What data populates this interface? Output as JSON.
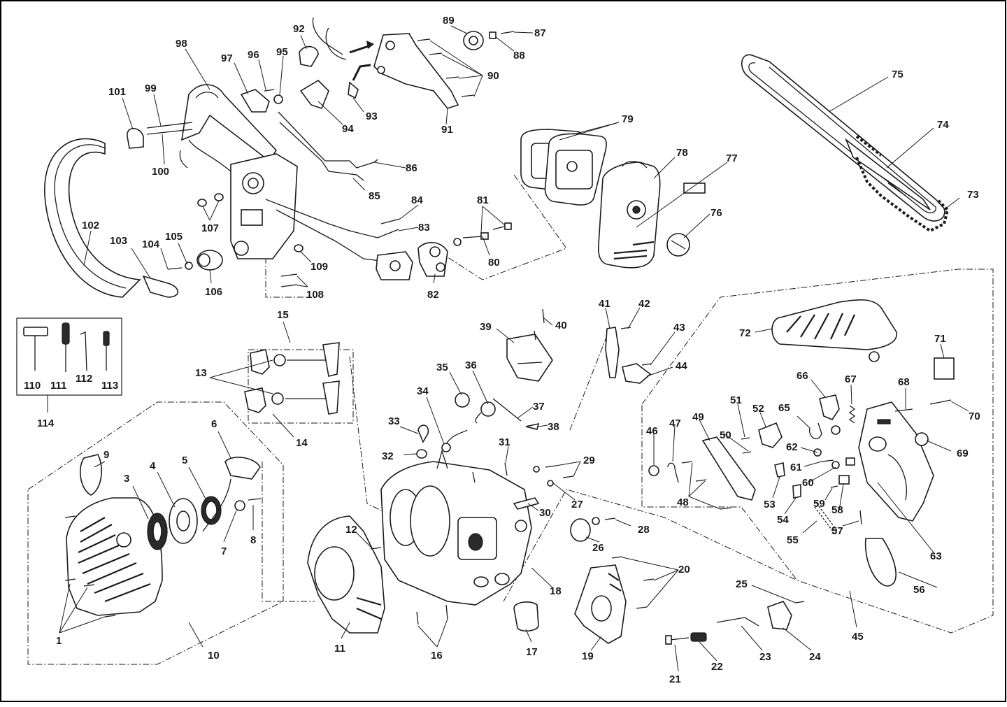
{
  "diagram": {
    "type": "exploded-parts-diagram",
    "colors": {
      "ink": "#1a1a1a",
      "background": "#ffffff",
      "frame": "#000000"
    },
    "labels": {
      "n1": "1",
      "n3": "3",
      "n4": "4",
      "n5": "5",
      "n6": "6",
      "n7": "7",
      "n8": "8",
      "n9": "9",
      "n10": "10",
      "n11": "11",
      "n12": "12",
      "n13": "13",
      "n14": "14",
      "n15": "15",
      "n16": "16",
      "n17": "17",
      "n18": "18",
      "n19": "19",
      "n20": "20",
      "n21": "21",
      "n22": "22",
      "n23": "23",
      "n24": "24",
      "n25": "25",
      "n26": "26",
      "n27": "27",
      "n28": "28",
      "n29": "29",
      "n30": "30",
      "n31": "31",
      "n32": "32",
      "n33": "33",
      "n34": "34",
      "n35": "35",
      "n36": "36",
      "n37": "37",
      "n38": "38",
      "n39": "39",
      "n40": "40",
      "n41": "41",
      "n42": "42",
      "n43": "43",
      "n44": "44",
      "n45": "45",
      "n46": "46",
      "n47": "47",
      "n48": "48",
      "n49": "49",
      "n50": "50",
      "n51": "51",
      "n52": "52",
      "n53": "53",
      "n54": "54",
      "n55": "55",
      "n56": "56",
      "n57": "57",
      "n58": "58",
      "n59": "59",
      "n60": "60",
      "n61": "61",
      "n62": "62",
      "n63": "63",
      "n65": "65",
      "n66": "66",
      "n67": "67",
      "n68": "68",
      "n69": "69",
      "n70": "70",
      "n71": "71",
      "n72": "72",
      "n73": "73",
      "n74": "74",
      "n75": "75",
      "n76": "76",
      "n77": "77",
      "n78": "78",
      "n79": "79",
      "n80": "80",
      "n81": "81",
      "n82": "82",
      "n83": "83",
      "n84": "84",
      "n85": "85",
      "n86": "86",
      "n87": "87",
      "n88": "88",
      "n89": "89",
      "n90": "90",
      "n91": "91",
      "n92": "92",
      "n93": "93",
      "n94": "94",
      "n95": "95",
      "n96": "96",
      "n97": "97",
      "n98": "98",
      "n99": "99",
      "n100": "100",
      "n101": "101",
      "n102": "102",
      "n103": "103",
      "n104": "104",
      "n105": "105",
      "n106": "106",
      "n107": "107",
      "n108": "108",
      "n109": "109",
      "n110": "110",
      "n111": "111",
      "n112": "112",
      "n113": "113",
      "n114": "114"
    }
  }
}
